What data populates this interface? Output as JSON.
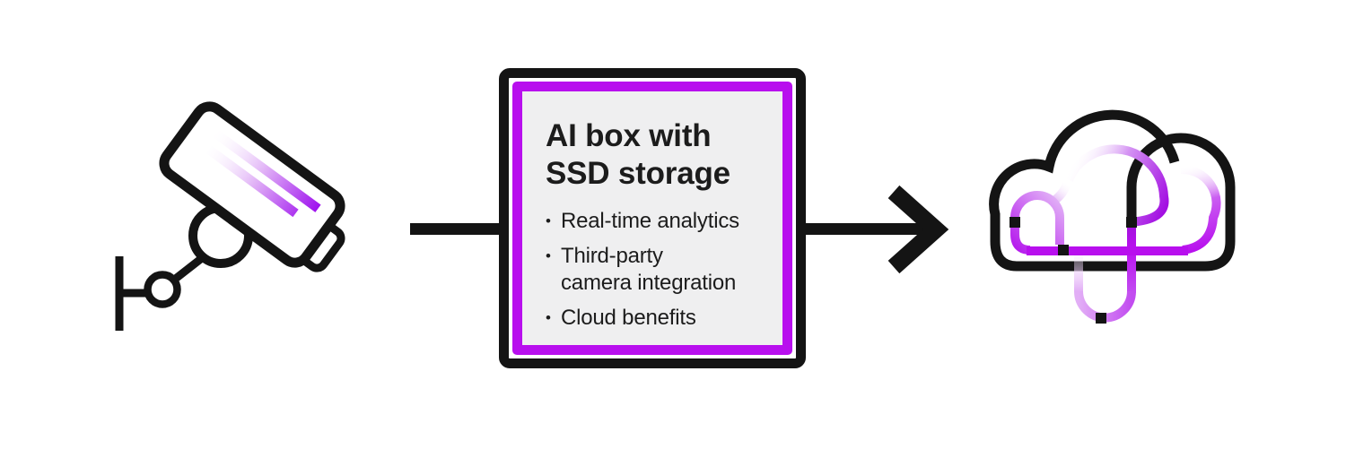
{
  "diagram": {
    "box": {
      "title": "AI box with SSD storage",
      "title_lines": [
        "AI box with",
        "SSD storage"
      ],
      "bullet_char": "•",
      "bullets": [
        {
          "lines": [
            "Real-time analytics",
            ""
          ]
        },
        {
          "lines": [
            "Third-party",
            "camera integration"
          ]
        },
        {
          "lines": [
            "Cloud benefits",
            ""
          ]
        }
      ]
    },
    "icons": {
      "left": "security-camera-icon",
      "right": "cloud-icon"
    },
    "colors": {
      "ink": "#141414",
      "magenta": "#b80fee",
      "panel_bg": "#efeff0",
      "canvas_bg": "#ffffff",
      "text": "#1c1c1c"
    }
  }
}
